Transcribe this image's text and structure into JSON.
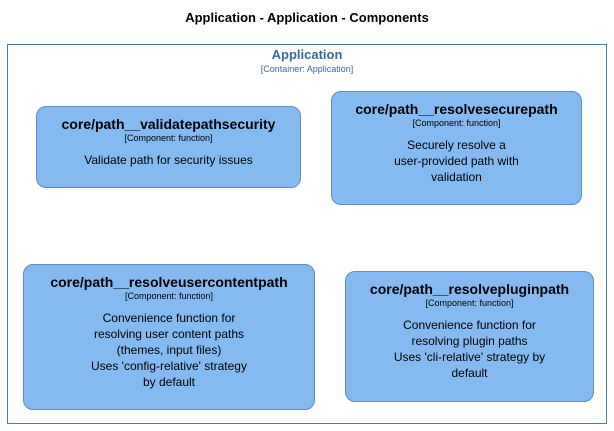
{
  "diagram": {
    "title": "Application - Application - Components",
    "container": {
      "name": "Application",
      "type": "[Container: Application]"
    },
    "components": [
      {
        "name": "core/path__validatepathsecurity",
        "type": "[Component: function]",
        "description": [
          "Validate path for security issues"
        ]
      },
      {
        "name": "core/path__resolvesecurepath",
        "type": "[Component: function]",
        "description": [
          "Securely resolve a",
          "user-provided path with",
          "validation"
        ]
      },
      {
        "name": "core/path__resolveusercontentpath",
        "type": "[Component: function]",
        "description": [
          "Convenience function for",
          "resolving user content paths",
          "(themes, input files)",
          "Uses 'config-relative' strategy",
          "by default"
        ]
      },
      {
        "name": "core/path__resolvepluginpath",
        "type": "[Component: function]",
        "description": [
          "Convenience function for",
          "resolving plugin paths",
          "Uses 'cli-relative' strategy by",
          "default"
        ]
      }
    ]
  }
}
